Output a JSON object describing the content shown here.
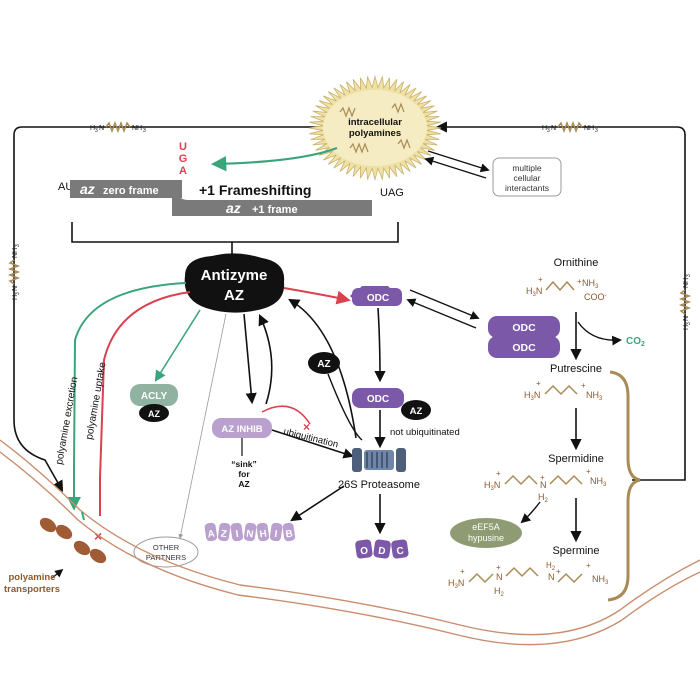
{
  "colors": {
    "black": "#111111",
    "green": "#3aa57a",
    "red": "#d9424e",
    "purple": "#7b58a8",
    "lightpurple": "#b9a0cf",
    "brown": "#8b5a2b",
    "tan": "#a88b55",
    "gray": "#7a7a7a",
    "acly": "#8fb3a0",
    "eif": "#8f9b73",
    "membrane": "#c98d6d",
    "sun": "#efe1a6",
    "proteasome": "#4d5f7a"
  },
  "cell": {
    "polyamines_line1": "intracellular",
    "polyamines_line2": "polyamines",
    "interactants_line1": "multiple",
    "interactants_line2": "cellular",
    "interactants_line3": "interactants"
  },
  "mrna": {
    "uga_u": "U",
    "uga_g": "G",
    "uga_a": "A",
    "aug": "AUG",
    "uag": "UAG",
    "frameshifting": "+1 Frameshifting",
    "zero_az": "az",
    "zero_frame": "zero frame",
    "plus_az": "az",
    "plus_frame": "+1 frame"
  },
  "antizyme": {
    "line1": "Antizyme",
    "line2": "AZ"
  },
  "proteins": {
    "odc": "ODC",
    "odc_dimer_top": "ODC",
    "odc_dimer_bottom": "ODC",
    "odc_bound": "ODC",
    "az_small_center": "AZ",
    "az_small_bound": "AZ",
    "acly": "ACLY",
    "acly_az": "AZ",
    "az_inhib": "AZ INHIB",
    "az_inhib_degraded": [
      "A",
      "Z",
      "I",
      "N",
      "H",
      "I",
      "B"
    ],
    "odc_degraded": [
      "O",
      "D",
      "C"
    ],
    "other_partners_line1": "OTHER",
    "other_partners_line2": "PARTNERS",
    "eif_line1": "eEF5A",
    "eif_line2": "hypusine"
  },
  "labels": {
    "sink_line1": "“sink”",
    "sink_line2": "for",
    "sink_line3": "AZ",
    "ubiquitination": "ubiquitination",
    "not_ubiquitinated": "not ubiquitinated",
    "proteasome": "26S Proteasome",
    "polyamine_excretion": "polyamine excretion",
    "polyamine_uptake": "polyamine uptake",
    "transporters_line1": "polyamine",
    "transporters_line2": "transporters",
    "co2": "CO",
    "co2_sub": "2"
  },
  "metabolites": {
    "ornithine": "Ornithine",
    "putrescine": "Putrescine",
    "spermidine": "Spermidine",
    "spermine": "Spermine",
    "nh3_plus": "+",
    "h3n": "H",
    "h3n_sub": "3",
    "h3n_n": "N",
    "nh3_n": "NH",
    "nh3_sub": "3",
    "coo": "COO",
    "coo_sup": "-",
    "h2": "H",
    "h2_sub": "2",
    "n": "N",
    "plus": "+"
  }
}
